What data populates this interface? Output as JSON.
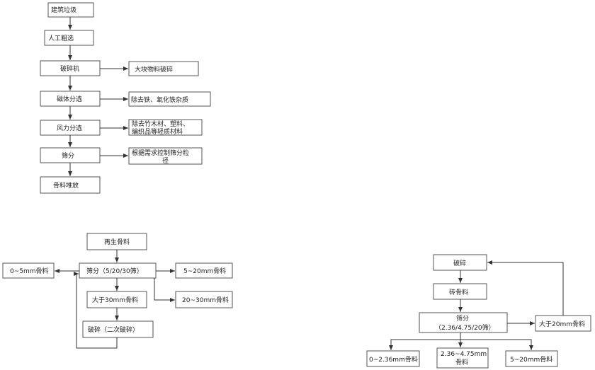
{
  "flow1": {
    "steps": [
      "建筑垃圾",
      "人工粗选",
      "破碎机",
      "磁体分选",
      "风力分选",
      "筛分",
      "骨料堆放"
    ],
    "side_notes": {
      "crusher": [
        "大块物料破碎"
      ],
      "magnetic": [
        "除去铁、氧化铁杂质"
      ],
      "wind": [
        "除去竹木材、塑料、",
        "编织品等轻质材料"
      ],
      "screening": [
        "根据需求控制筛分粒",
        "径"
      ]
    }
  },
  "flow2": {
    "input": "再生骨料",
    "screen": "筛分（5/20/30筛）",
    "fine": "0~5mm骨料",
    "mid": "5~20mm骨料",
    "coarse": "20~30mm骨料",
    "oversize": "大于30mm骨料",
    "recrush": "破碎（二次破碎）"
  },
  "flow3": {
    "crush": "破碎",
    "brick": "砖骨料",
    "screen": [
      "筛分",
      "（2.36/4.75/20筛）"
    ],
    "oversize": "大于20mm骨料",
    "out1": "0~2.36mm骨料",
    "out2": [
      "2.36~4.75mm",
      "骨料"
    ],
    "out3": "5~20mm骨料"
  }
}
